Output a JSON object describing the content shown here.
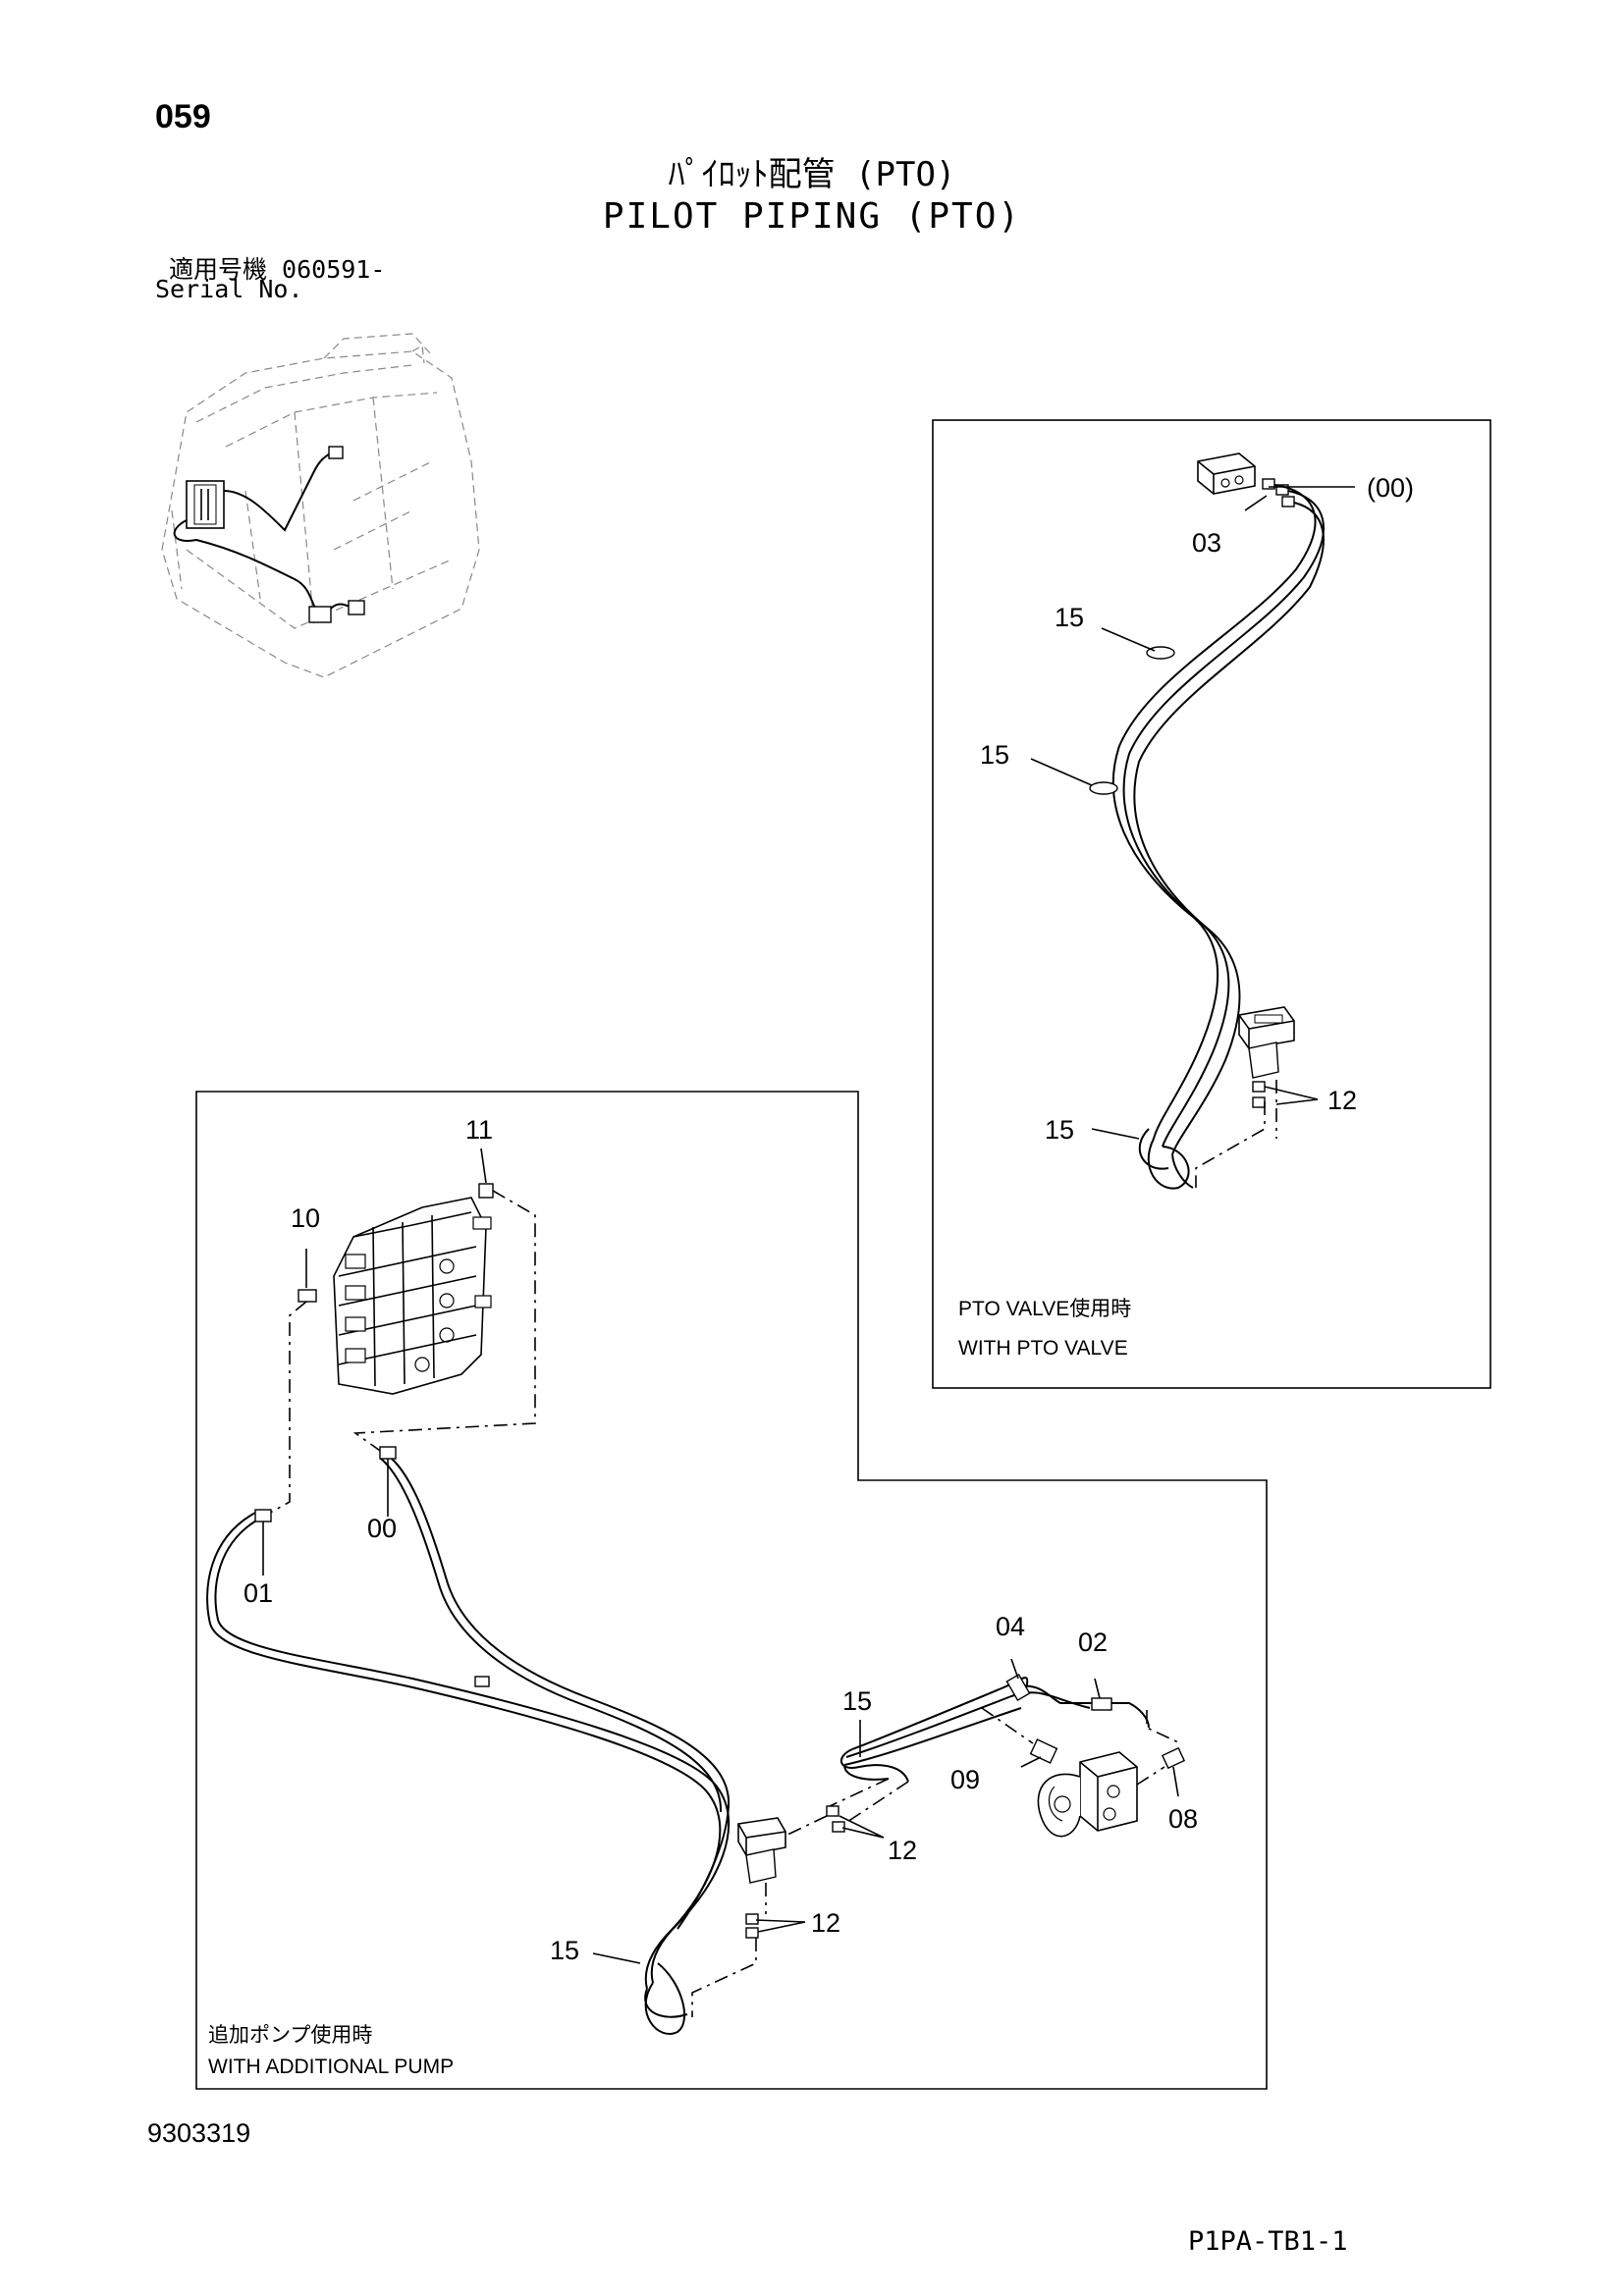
{
  "page": {
    "page_number": "059",
    "title_jp": "ﾊﾟｲﾛｯﾄ配管 (PTO)",
    "title_en": "PILOT PIPING (PTO)",
    "serial_jp": "適用号機  060591-",
    "serial_en": "Serial No.",
    "doc_number": "9303319",
    "ref_code": "P1PA-TB1-1"
  },
  "pto_panel": {
    "caption_jp": "PTO VALVE使用時",
    "caption_en": "WITH PTO VALVE",
    "callouts": [
      "(00)",
      "03",
      "15",
      "15",
      "12",
      "15"
    ]
  },
  "pump_panel": {
    "caption_jp": "追加ポンプ使用時",
    "caption_en": "WITH ADDITIONAL PUMP",
    "callouts": [
      "11",
      "10",
      "00",
      "01",
      "04",
      "02",
      "15",
      "09",
      "08",
      "12",
      "12",
      "15"
    ]
  }
}
